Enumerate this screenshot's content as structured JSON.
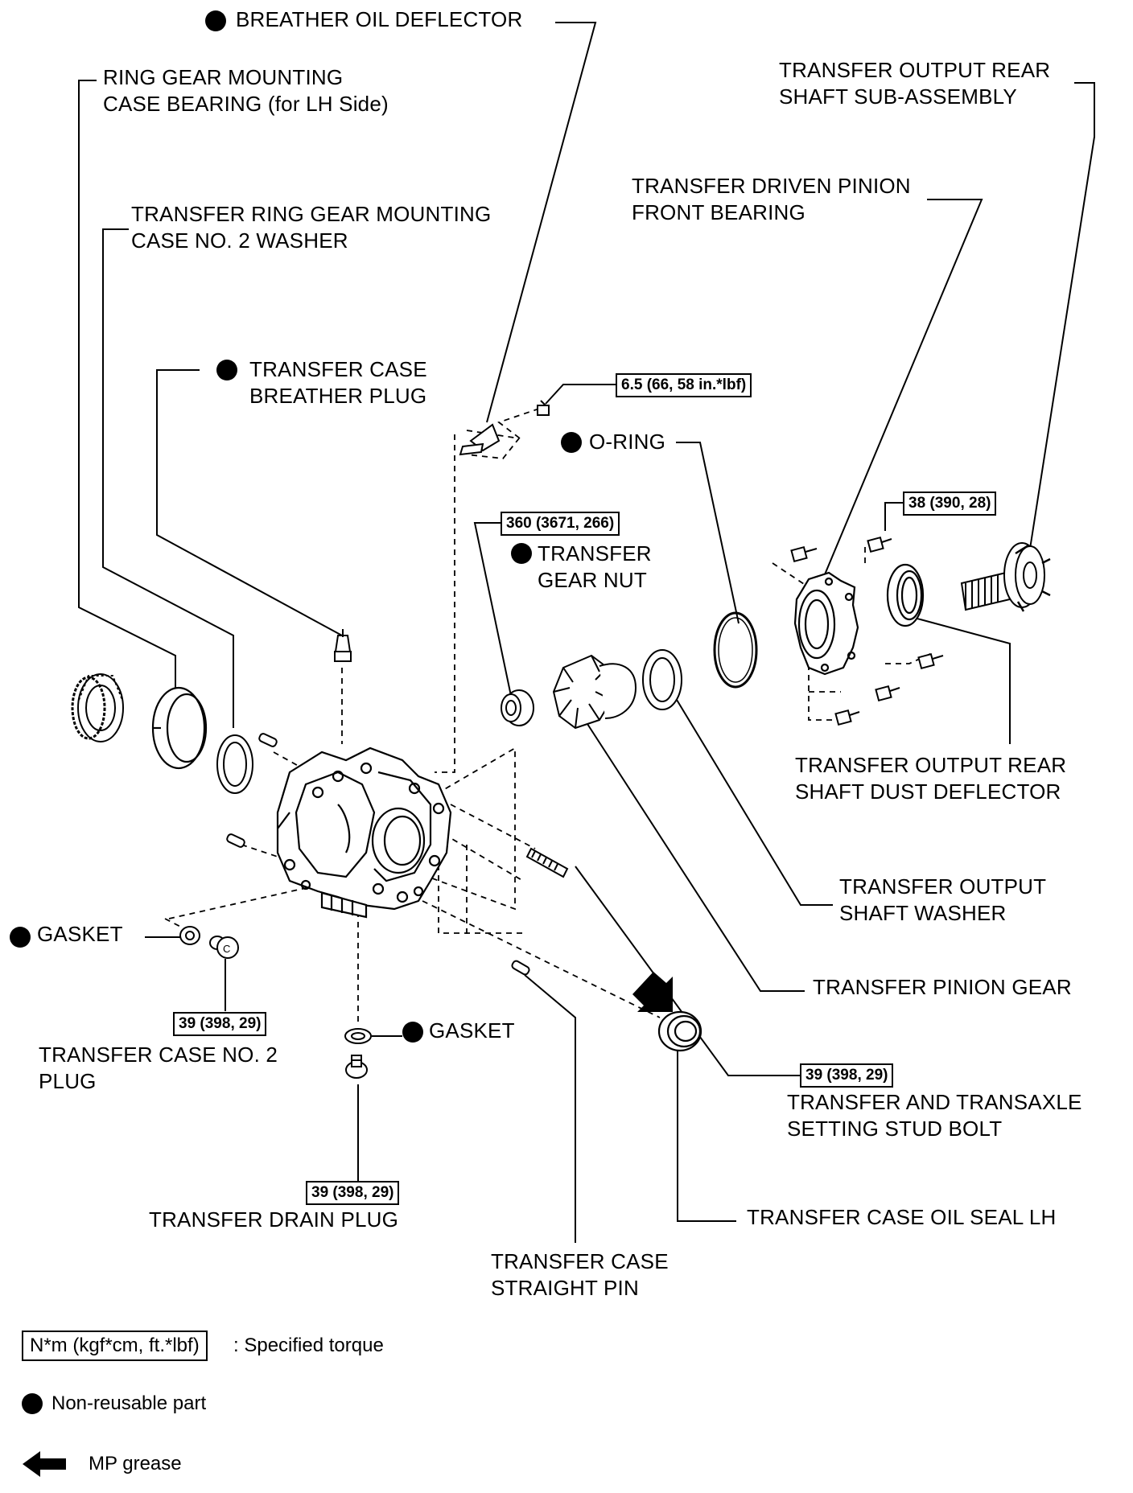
{
  "labels": {
    "breather_oil_deflector": "BREATHER OIL DEFLECTOR",
    "ring_gear_bearing_l1": "RING GEAR MOUNTING",
    "ring_gear_bearing_l2": "CASE BEARING  (for LH Side)",
    "ring_gear_washer_l1": "TRANSFER RING GEAR MOUNTING",
    "ring_gear_washer_l2": "CASE NO. 2 WASHER",
    "breather_plug_l1": "TRANSFER CASE",
    "breather_plug_l2": "BREATHER PLUG",
    "output_rear_shaft_l1": "TRANSFER OUTPUT REAR",
    "output_rear_shaft_l2": "SHAFT SUB-ASSEMBLY",
    "driven_pinion_bearing_l1": "TRANSFER DRIVEN PINION",
    "driven_pinion_bearing_l2": "FRONT BEARING",
    "o_ring": "O-RING",
    "gear_nut_l1": "TRANSFER",
    "gear_nut_l2": "GEAR NUT",
    "dust_deflector_l1": "TRANSFER OUTPUT REAR",
    "dust_deflector_l2": "SHAFT DUST DEFLECTOR",
    "output_shaft_washer_l1": "TRANSFER OUTPUT",
    "output_shaft_washer_l2": "SHAFT WASHER",
    "pinion_gear": "TRANSFER PINION GEAR",
    "gasket_left": "GASKET",
    "gasket_center": "GASKET",
    "case_no2_plug_l1": "TRANSFER CASE NO. 2",
    "case_no2_plug_l2": "PLUG",
    "stud_bolt_l1": "TRANSFER AND TRANSAXLE",
    "stud_bolt_l2": "SETTING STUD BOLT",
    "drain_plug": "TRANSFER DRAIN PLUG",
    "oil_seal_lh": "TRANSFER CASE OIL SEAL LH",
    "straight_pin_l1": "TRANSFER CASE",
    "straight_pin_l2": "STRAIGHT PIN"
  },
  "torques": {
    "deflector_bolt": "6.5 (66, 58 in.*lbf)",
    "flange_bolt": "38 (390, 28)",
    "gear_nut": "360 (3671, 266)",
    "case_no2_plug": "39 (398, 29)",
    "drain_plug": "39 (398, 29)",
    "stud_bolt": "39 (398, 29)"
  },
  "legend": {
    "torque_unit": "N*m (kgf*cm, ft.*lbf)",
    "torque_desc": ": Specified torque",
    "non_reusable": "Non-reusable part",
    "mp_grease": "MP grease"
  },
  "icons": {
    "non_reusable_marker": "filled-circle-icon",
    "grease_marker": "arrow-left-icon",
    "color_line": "#000000"
  }
}
